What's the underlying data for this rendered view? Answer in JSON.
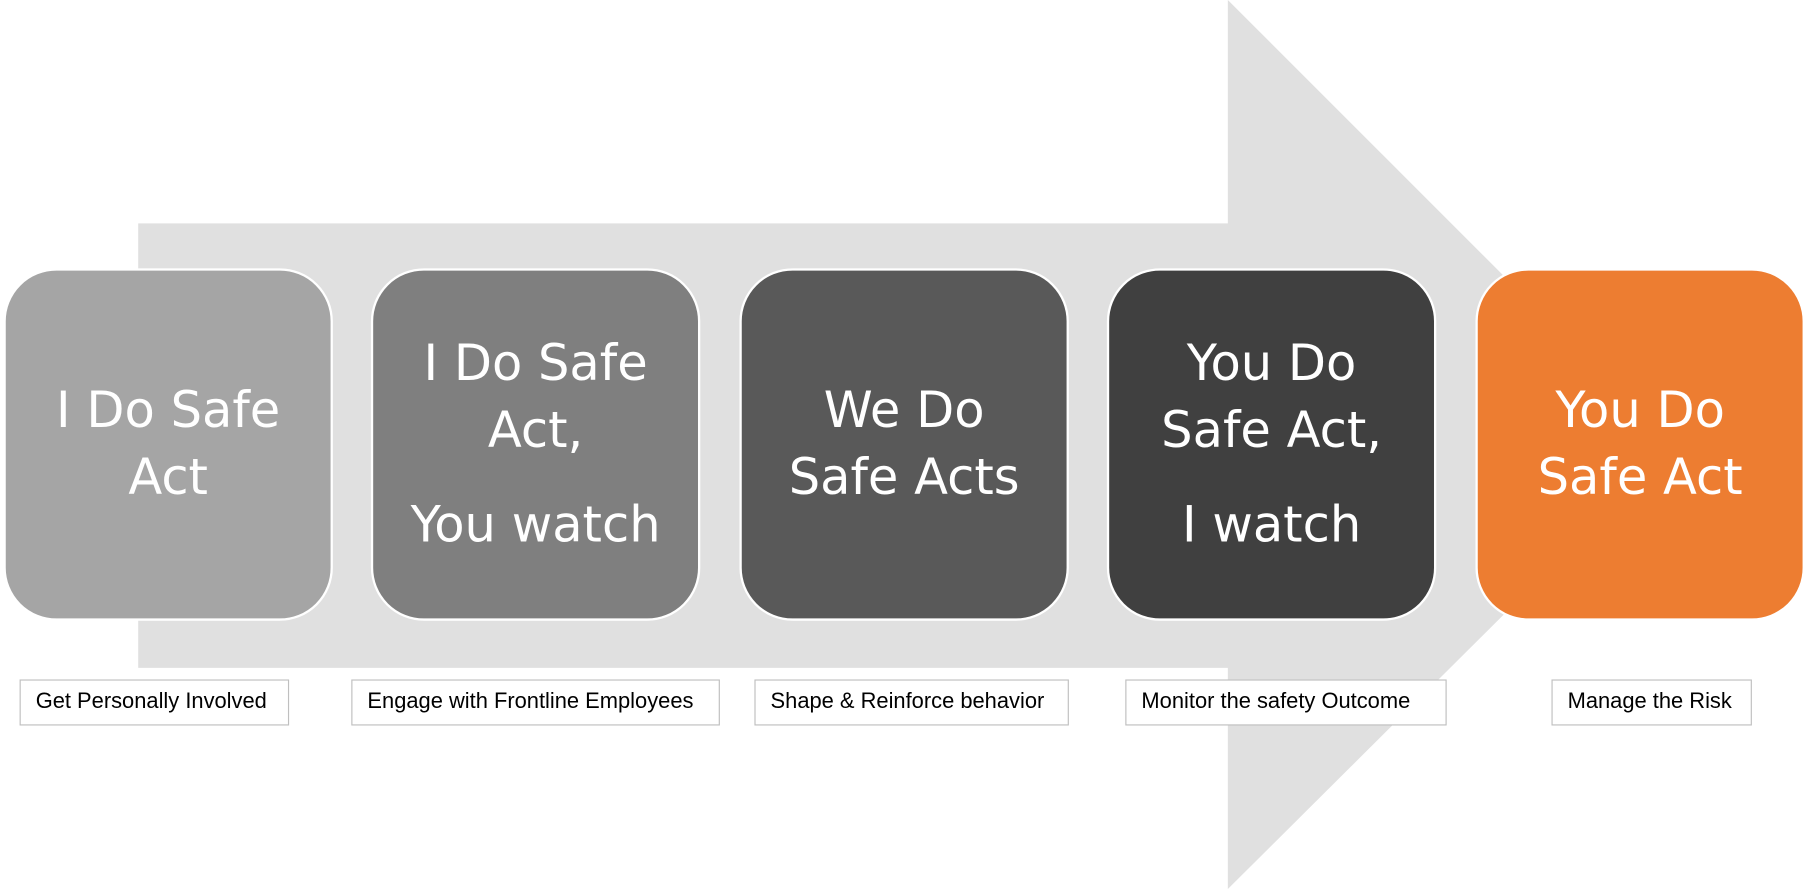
{
  "colors": {
    "arrow": "#e0e0e0",
    "step1": "#a5a5a5",
    "step2": "#7f7f7f",
    "step3": "#595959",
    "step4": "#404040",
    "step5": "#ed7d31"
  },
  "steps": [
    {
      "lines": [
        "I Do Safe",
        "Act"
      ]
    },
    {
      "lines": [
        "I Do Safe",
        "Act,",
        "You watch"
      ]
    },
    {
      "lines": [
        "We Do",
        "Safe Acts"
      ]
    },
    {
      "lines": [
        "You Do",
        "Safe Act,",
        "I watch"
      ]
    },
    {
      "lines": [
        "You Do",
        "Safe Act"
      ]
    }
  ],
  "labels": [
    "Get Personally Involved",
    "Engage with Frontline Employees",
    "Shape & Reinforce behavior",
    "Monitor the safety Outcome",
    "Manage the Risk"
  ]
}
